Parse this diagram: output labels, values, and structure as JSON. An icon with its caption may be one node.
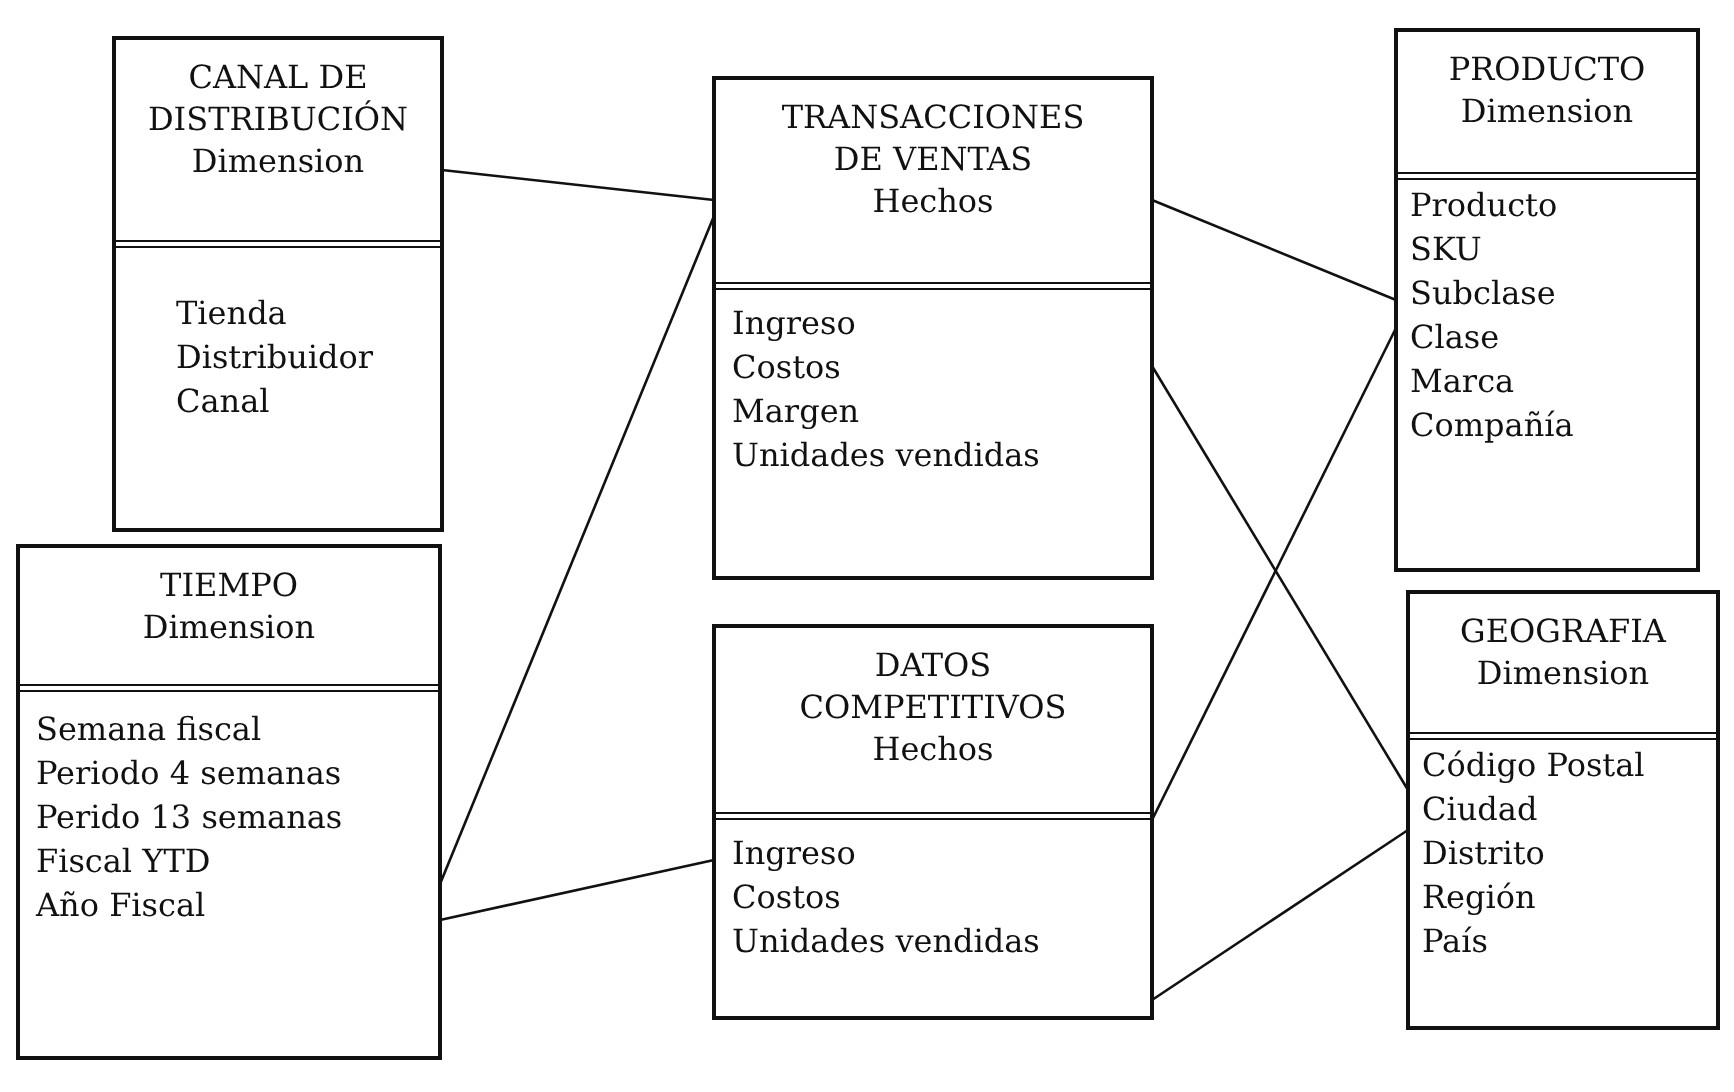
{
  "diagram": {
    "nodes": [
      {
        "text": [
          "CANAL DE DISTRIBUCIÓN",
          "Dimension",
          "Tienda",
          "Distribuidor",
          "Canal"
        ]
      },
      {
        "text": [
          "TRANSACCIONES DE VENTAS",
          "Hechos",
          "Ingreso",
          "Costos",
          "Margen",
          "Unidades vendidas"
        ]
      },
      {
        "text": [
          "PRODUCTO",
          "Dimension",
          "Producto",
          "SKU",
          "Subclase",
          "Clase",
          "Marca",
          "Compañía"
        ]
      },
      {
        "text": [
          "TIEMPO",
          "Dimension",
          "Semana fiscal",
          "Periodo 4 semanas",
          "Perido 13 semanas",
          "Fiscal YTD",
          "Año Fiscal"
        ]
      },
      {
        "text": [
          "DATOS COMPETITIVOS",
          "Hechos",
          "Ingreso",
          "Costos",
          "Unidades vendidas"
        ]
      },
      {
        "text": [
          "GEOGRAFIA",
          "Dimension",
          "Código Postal",
          "Ciudad",
          "Distrito",
          "Región",
          "País"
        ]
      }
    ],
    "edges": [
      {
        "from": 0,
        "to": 1,
        "arrow": "none"
      },
      {
        "from": 3,
        "to": 1,
        "arrow": "none"
      },
      {
        "from": 1,
        "to": 2,
        "arrow": "none"
      },
      {
        "from": 1,
        "to": 5,
        "arrow": "none"
      },
      {
        "from": 3,
        "to": 4,
        "arrow": "none"
      },
      {
        "from": 4,
        "to": 2,
        "arrow": "none"
      },
      {
        "from": 4,
        "to": 5,
        "arrow": "none"
      }
    ]
  }
}
